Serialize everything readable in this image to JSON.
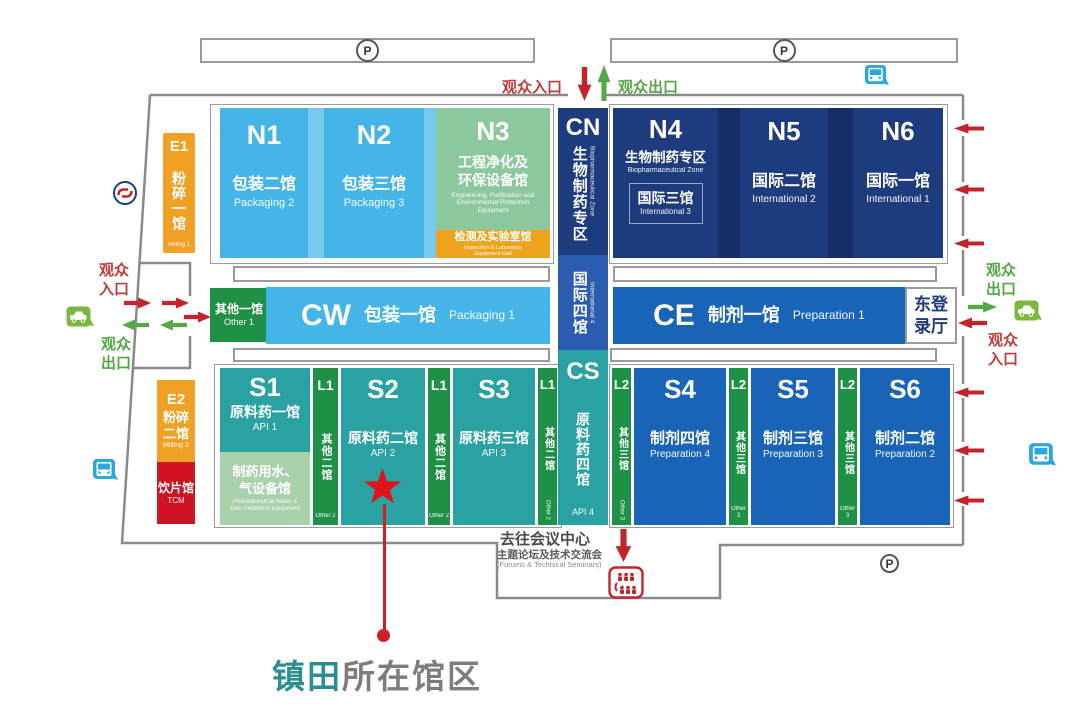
{
  "labels": {
    "parking": "P",
    "visitor_entrance": "观众入口",
    "visitor_exit": "观众出口",
    "entrance_line1": "观众",
    "entrance_line2": "入口",
    "exit_line1": "观众",
    "exit_line2": "出口",
    "conference_title": "去往会议中心",
    "conference_sub": "主题论坛及技术交流会",
    "conference_en": "(Forums & Technical Seminars)"
  },
  "callout": {
    "highlight": "镇田",
    "rest": "所在馆区"
  },
  "halls": {
    "e1": {
      "code": "E1",
      "name": "粉碎一馆",
      "en": "Milling 1"
    },
    "e2": {
      "code": "E2",
      "name1": "粉碎",
      "name2": "二馆",
      "en": "Milling 2"
    },
    "tcm": {
      "name": "饮片馆",
      "en": "TCM"
    },
    "n1": {
      "code": "N1",
      "name": "包装二馆",
      "en": "Packaging 2"
    },
    "n2": {
      "code": "N2",
      "name": "包装三馆",
      "en": "Packaging 3"
    },
    "n3": {
      "code": "N3",
      "name1": "工程净化及",
      "name2": "环保设备馆",
      "en": "Engineering, Purification and Environmental Protection Equipment"
    },
    "n3_sub": {
      "name": "检测及实验室馆",
      "en": "Inspection & Laboratory Equipment Hall"
    },
    "cn": {
      "code": "CN",
      "name": "生物制药专区",
      "en": "Biopharmaceutical Zone"
    },
    "n4": {
      "code": "N4",
      "zone": "生物制药专区",
      "zone_en": "Biopharmaceutical Zone",
      "sub": "国际三馆",
      "sub_en": "International 3"
    },
    "n5": {
      "code": "N5",
      "name": "国际二馆",
      "en": "International 2"
    },
    "n6": {
      "code": "N6",
      "name": "国际一馆",
      "en": "International 1"
    },
    "other1": {
      "name": "其他一馆",
      "en": "Other 1"
    },
    "cw": {
      "code": "CW",
      "name": "包装一馆",
      "en": "Packaging 1"
    },
    "intl4": {
      "name": "国际四馆",
      "en": "International 4"
    },
    "ce": {
      "code": "CE",
      "name": "制剂一馆",
      "en": "Preparation 1"
    },
    "east_hall": {
      "line1": "东登",
      "line2": "录厅"
    },
    "s1": {
      "code": "S1",
      "name": "原料药一馆",
      "en": "API 1"
    },
    "water": {
      "name1": "制药用水、",
      "name2": "气设备馆",
      "en1": "Pharmaceutical Water &",
      "en2": "Gas Treatment Equipment"
    },
    "l1": {
      "code": "L1",
      "name": "其他二馆",
      "en": "Other 2"
    },
    "s2": {
      "code": "S2",
      "name": "原料药二馆",
      "en": "API 2"
    },
    "s3": {
      "code": "S3",
      "name": "原料药三馆",
      "en": "API 3"
    },
    "cs": {
      "code": "CS",
      "name": "原料药四馆",
      "en": "API 4"
    },
    "l2": {
      "code": "L2",
      "name": "其他三馆",
      "en": "Other 3"
    },
    "s4": {
      "code": "S4",
      "name": "制剂四馆",
      "en": "Preparation 4"
    },
    "s5": {
      "code": "S5",
      "name": "制剂三馆",
      "en": "Preparation 3"
    },
    "s6": {
      "code": "S6",
      "name": "制剂二馆",
      "en": "Preparation 2"
    }
  },
  "icons": {
    "metro": "metro-icon",
    "car": "car-icon",
    "bus": "bus-icon",
    "conference": "conference-icon",
    "star": "star-icon"
  },
  "colors": {
    "light_blue": "#45b5e8",
    "navy": "#1d3b7d",
    "mid_blue": "#2b5cad",
    "blue": "#1a64b8",
    "teal": "#2aa1a2",
    "dark_green": "#1f9147",
    "light_green": "#8cc89e",
    "pale_green": "#a9d1ab",
    "orange": "#f0a125",
    "yellow": "#eea31f",
    "tcm_red": "#cf1322",
    "arrow_red": "#c4232b",
    "arrow_green": "#55a845",
    "highlight_teal": "#2b8e92",
    "callout_gray": "#7d7d7d"
  }
}
